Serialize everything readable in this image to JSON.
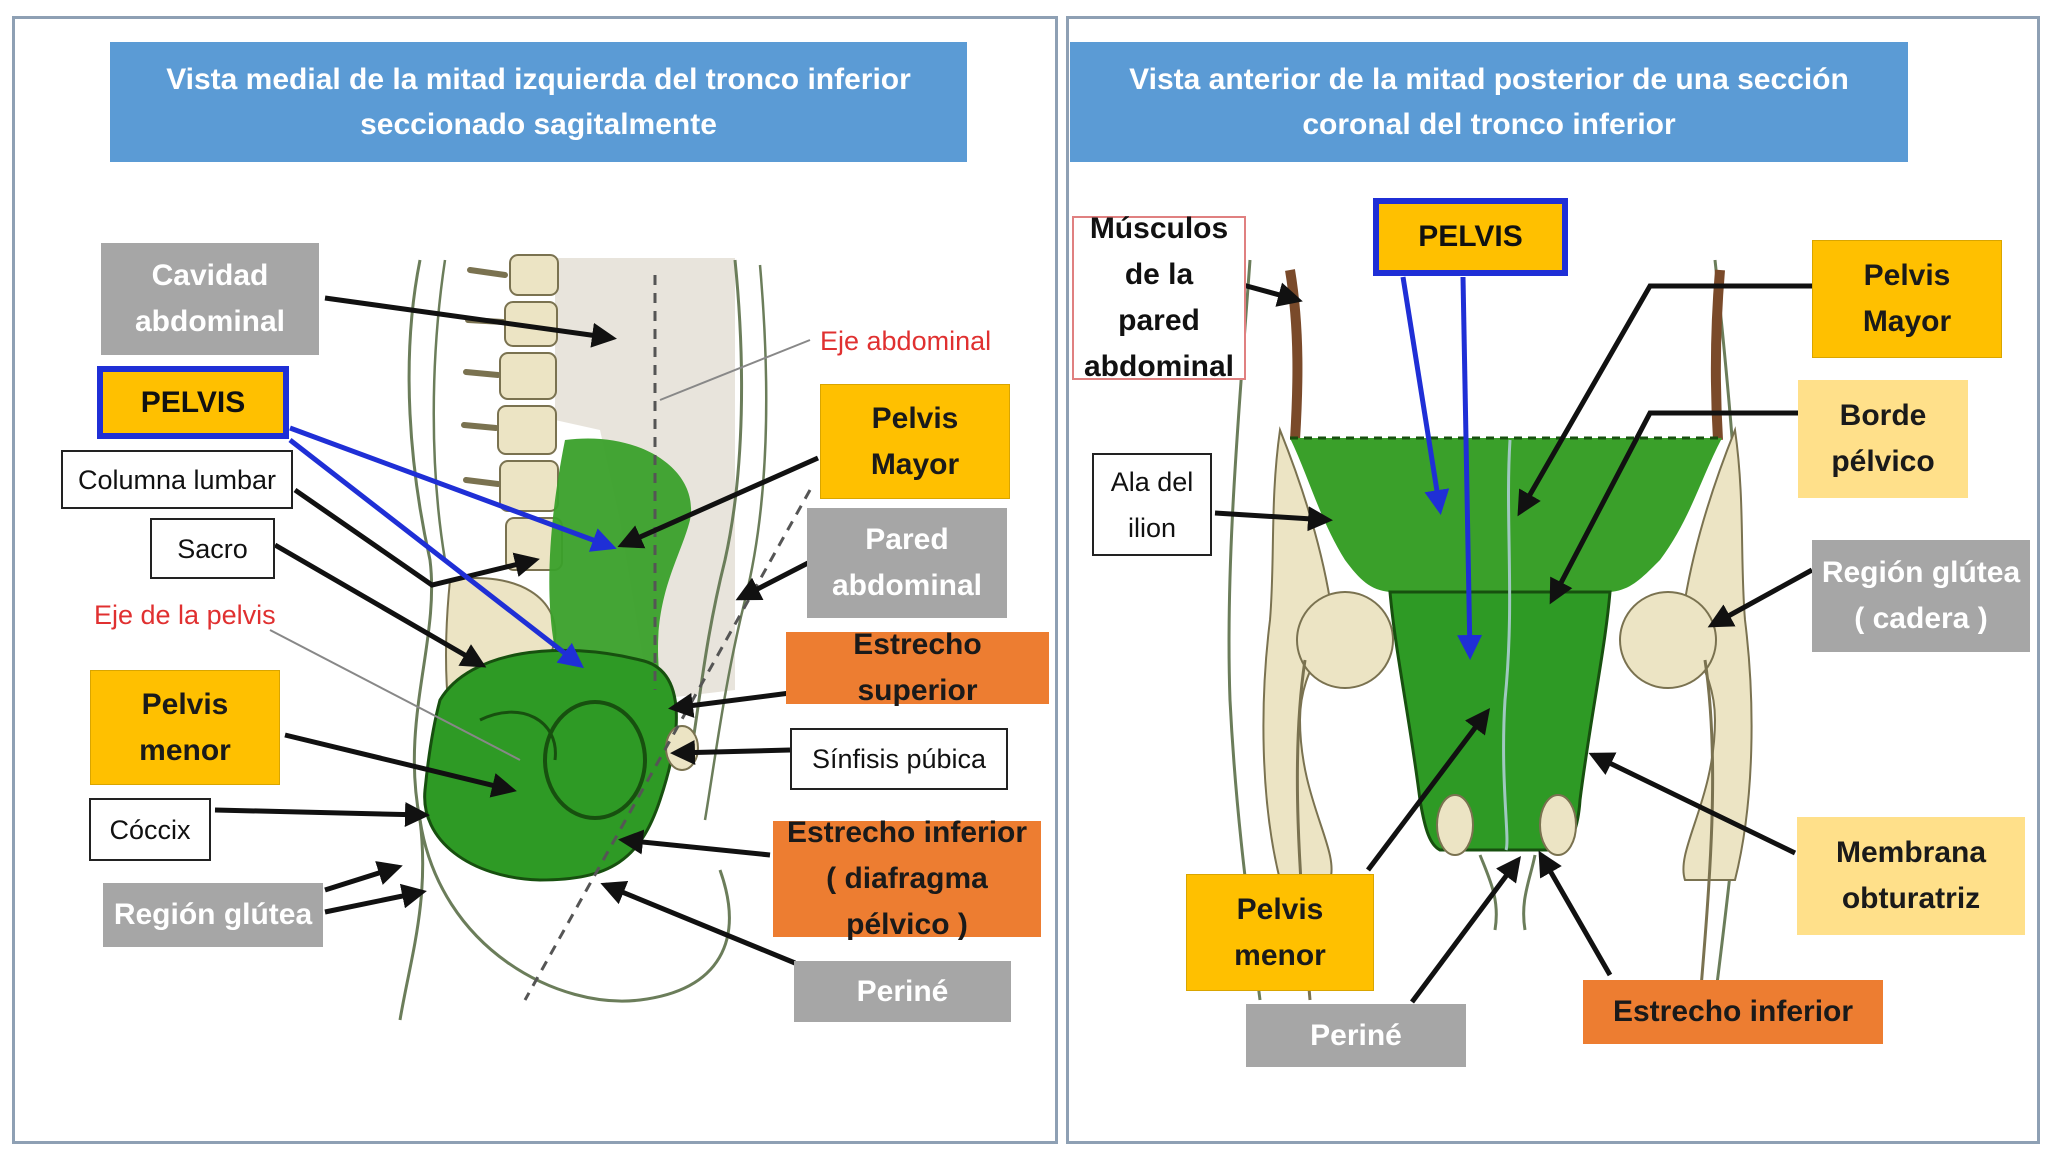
{
  "left": {
    "title": "Vista medial de la mitad izquierda del tronco inferior seccionado sagitalmente",
    "labels": {
      "cavidad": "Cavidad\nabdominal",
      "pelvis": "PELVIS",
      "columna": "Columna lumbar",
      "sacro": "Sacro",
      "eje_pelvis": "Eje de la pelvis",
      "pelvis_menor": "Pelvis\nmenor",
      "coccix": "Cóccix",
      "region_glutea": "Región glútea",
      "eje_abdominal": "Eje abdominal",
      "pelvis_mayor": "Pelvis\nMayor",
      "pared": "Pared\nabdominal",
      "estrecho_superior": "Estrecho superior",
      "sinfisis": "Sínfisis púbica",
      "estrecho_inferior": "Estrecho inferior\n( diafragma pélvico )",
      "perine": "Periné"
    }
  },
  "right": {
    "title": "Vista anterior de la mitad posterior de una sección coronal del tronco inferior",
    "labels": {
      "musculos": "Músculos\nde la pared\nabdominal",
      "pelvis": "PELVIS",
      "pelvis_mayor": "Pelvis\nMayor",
      "ala": "Ala del\nilion",
      "borde": "Borde\npélvico",
      "region_glutea": "Región glútea\n( cadera )",
      "pelvis_menor": "Pelvis\nmenor",
      "membrana": "Membrana\nobturatriz",
      "perine": "Periné",
      "estrecho_inferior": "Estrecho inferior"
    }
  },
  "colors": {
    "title_bg": "#5b9bd5",
    "green": "#3aa02a",
    "bone": "#ece4c4",
    "arrow": "#111111",
    "pelvis_arrow": "#1f2fd6",
    "axis_label": "#e03030"
  }
}
